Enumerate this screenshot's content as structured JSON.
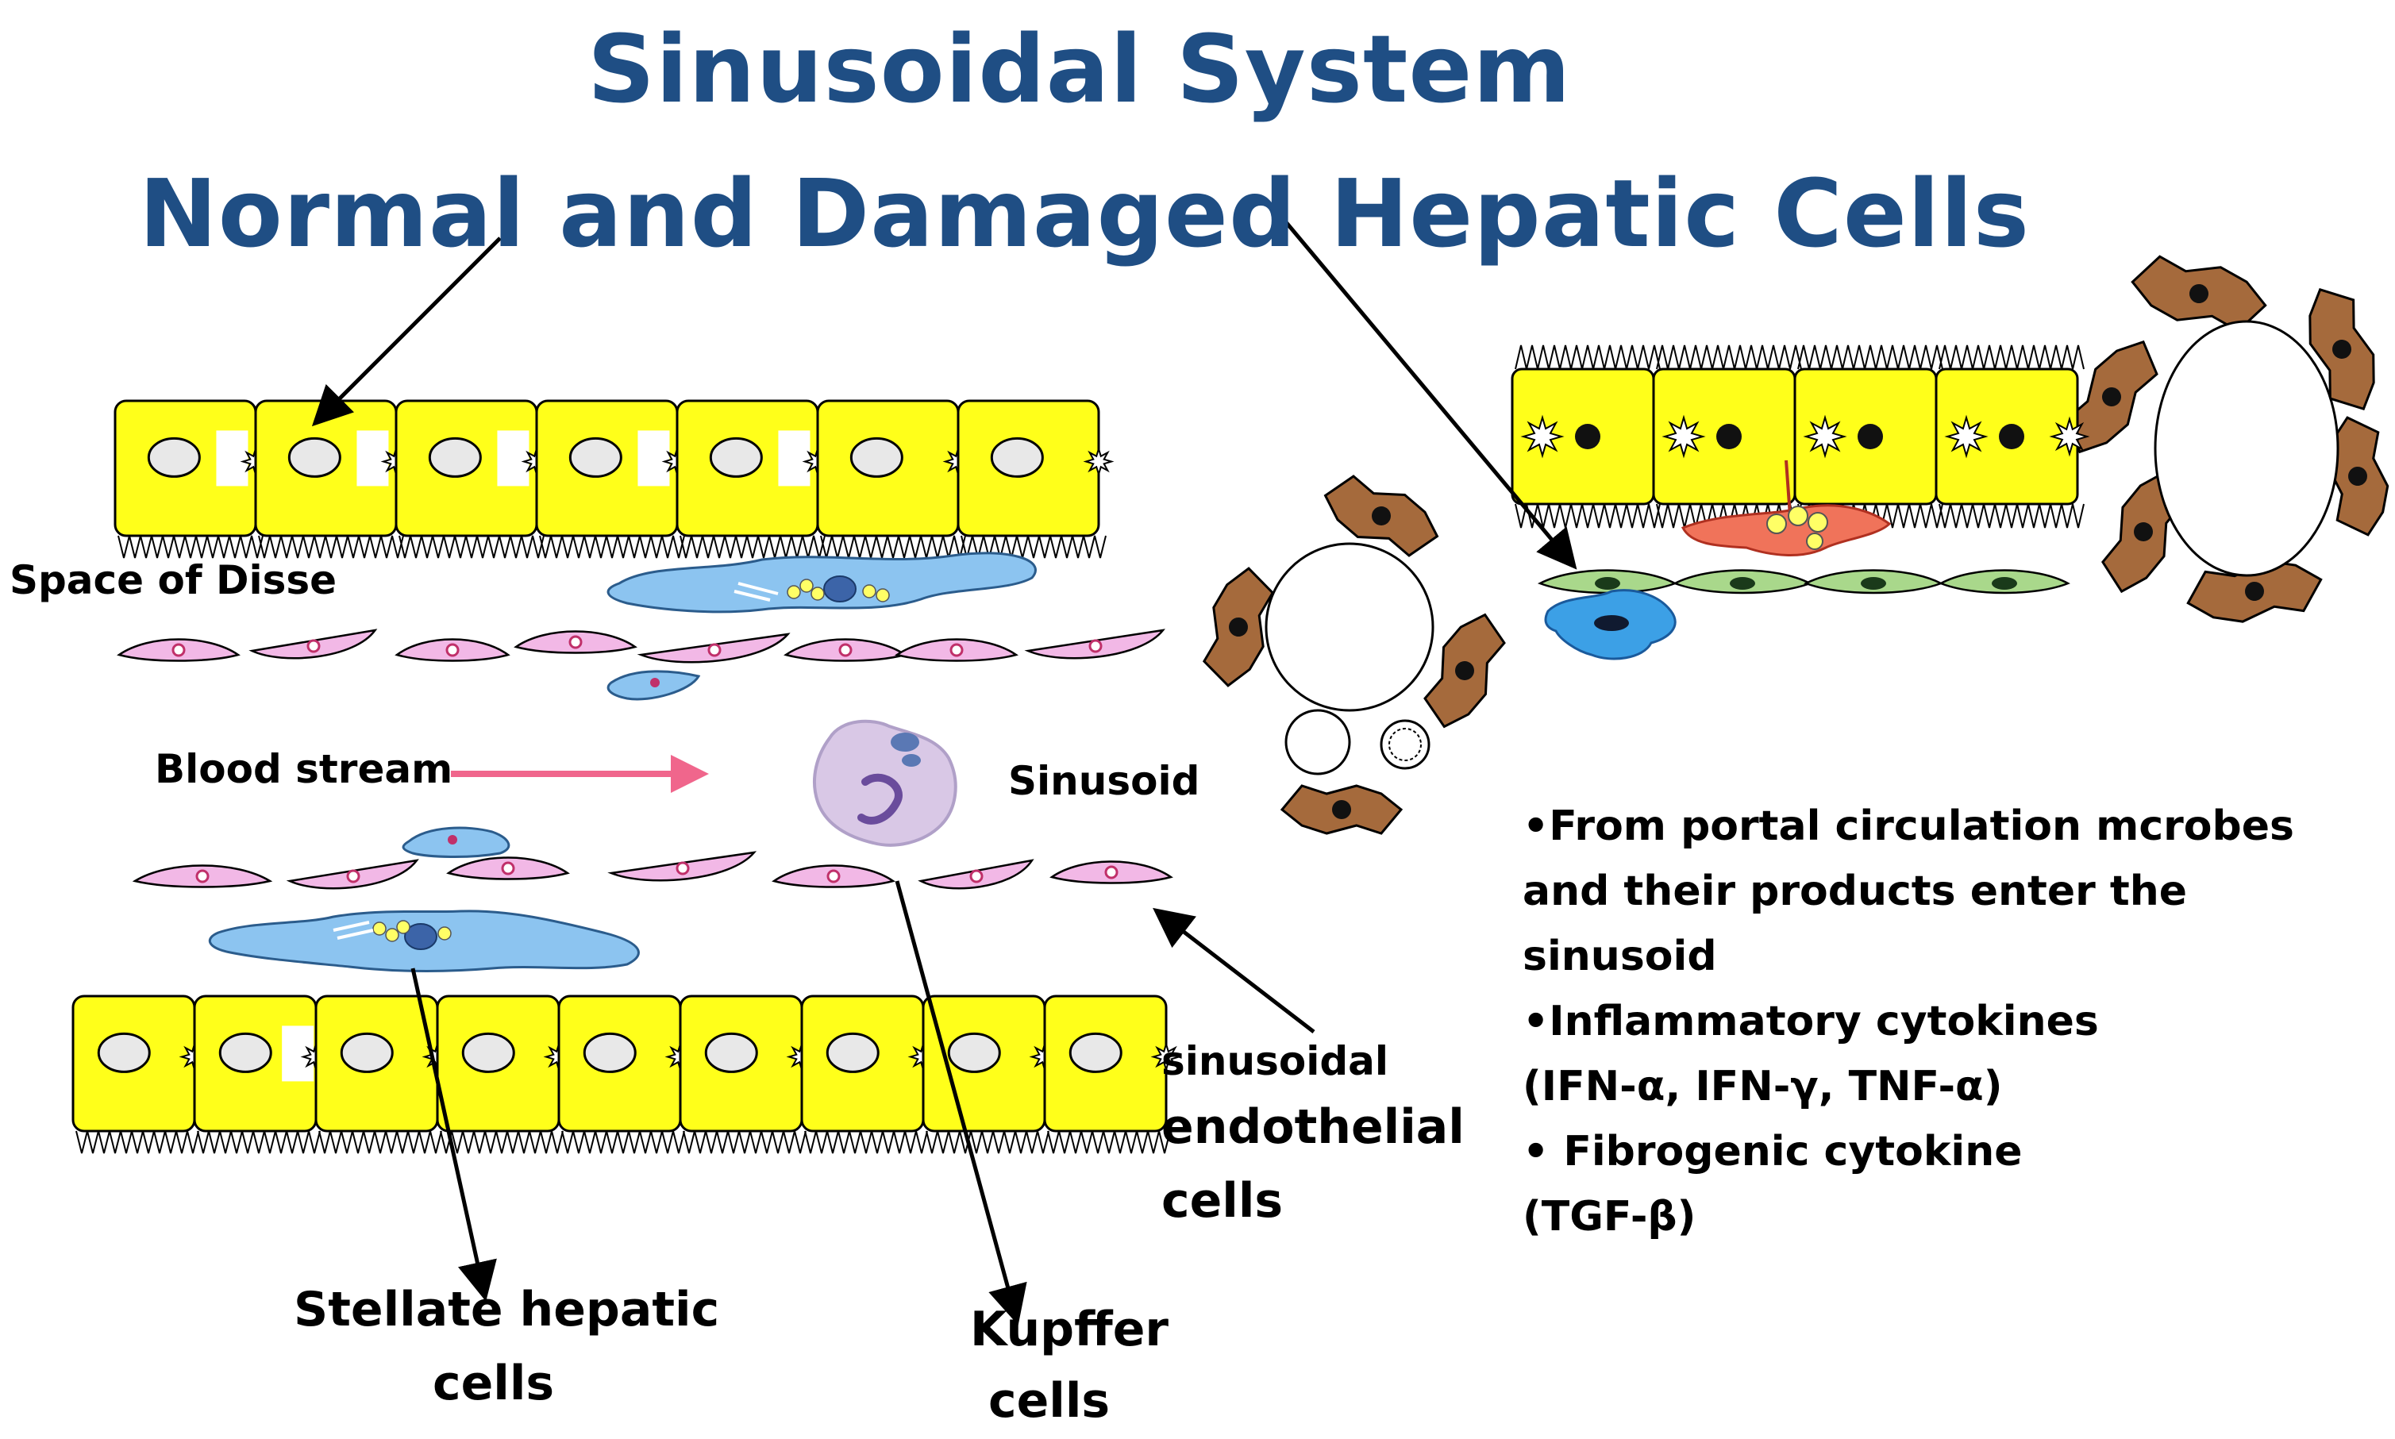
{
  "title": {
    "line1": "Sinusoidal System",
    "line2": "Normal  and Damaged Hepatic Cells"
  },
  "labels": {
    "space_of_disse": "Space of Disse",
    "blood_stream": "Blood stream",
    "sinusoid": "Sinusoid",
    "endothelial_line1": "sinusoidal",
    "endothelial_line2": "endothelial",
    "endothelial_line3": "cells",
    "stellate_line1": "Stellate hepatic",
    "stellate_line2": "cells",
    "kupffer_line1": "Kupffer",
    "kupffer_line2": "cells"
  },
  "info": {
    "line1": "•From portal circulation mcrobes",
    "line2": "and their products enter the",
    "line3": "sinusoid",
    "line4": "•Inflammatory cytokines",
    "line5": " (IFN-α, IFN-γ, TNF-α)",
    "line6": "• Fibrogenic cytokine",
    "line7": " (TGF-β)"
  },
  "colors": {
    "title": "#1f4e84",
    "hepatocyte": "#ffff1a",
    "endothelial": "#f2b8e6",
    "stellate": "#8cc4f0",
    "kupffer": "#d9c8e6",
    "fibroblast": "#a56a3c",
    "damaged_endothelial": "#a9d88b",
    "activated_stellate": "#f0735a",
    "arrow": "#000000",
    "blood_arrow": "#f0668c"
  }
}
